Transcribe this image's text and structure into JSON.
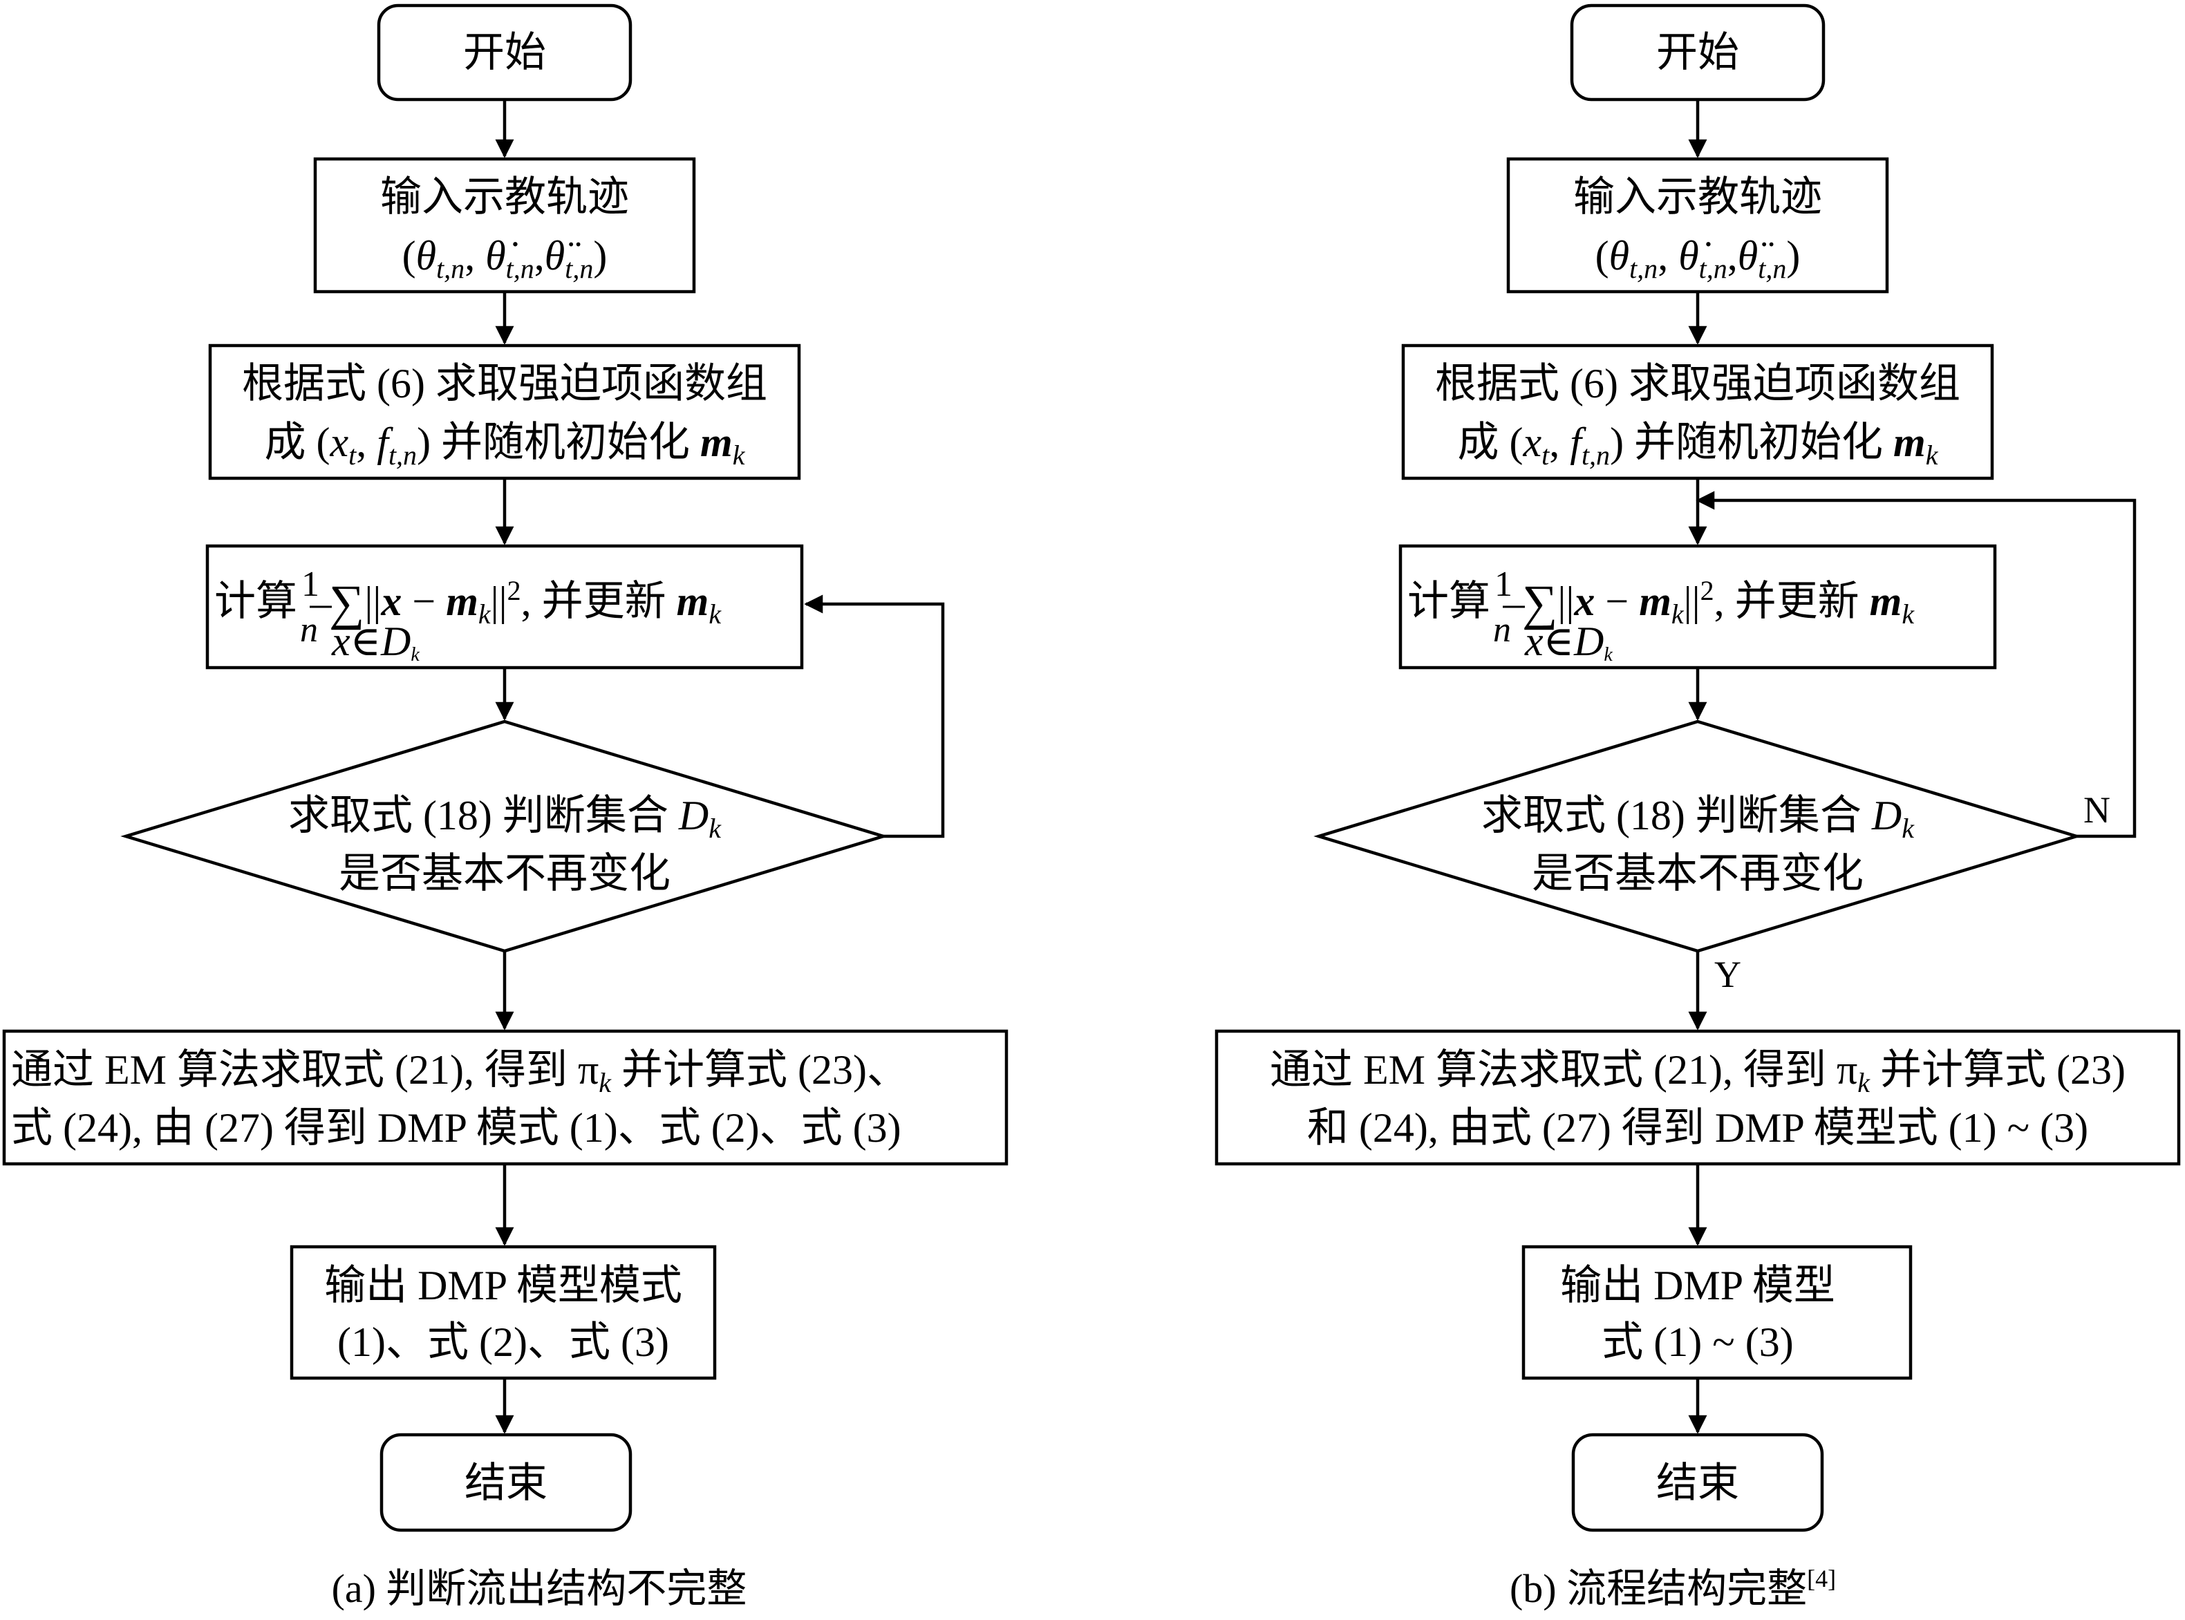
{
  "left": {
    "start": "开始",
    "input": {
      "title": "输入示教轨迹",
      "vars": "(θt,n, θ̇t,n,θ̈t,n)"
    },
    "force": {
      "line1": "根据式 (6) 求取强迫项函数组",
      "line2": "成 (xt, ft,n) 并随机初始化 mk"
    },
    "compute": {
      "prefix": "计算",
      "formula": "1/n ∑x∈Dk ||x − mk||²",
      "suffix": ", 并更新 mk"
    },
    "decision": {
      "line1": "求取式 (18) 判断集合 Dk",
      "line2": "是否基本不再变化"
    },
    "em": {
      "line1": "通过 EM 算法求取式 (21), 得到 πk 并计算式 (23)、",
      "line2": "式 (24), 由 (27) 得到 DMP 模式 (1)、式 (2)、式 (3)"
    },
    "output": {
      "line1": "输出 DMP 模型模式",
      "line2": "(1)、式 (2)、式 (3)"
    },
    "end": "结束",
    "caption": "(a)  判断流出结构不完整"
  },
  "right": {
    "start": "开始",
    "input": {
      "title": "输入示教轨迹",
      "vars": "(θt,n, θ̇t,n,θ̈t,n)"
    },
    "force": {
      "line1": "根据式 (6) 求取强迫项函数组",
      "line2": "成 (xt, ft,n) 并随机初始化 mk"
    },
    "compute": {
      "prefix": "计算",
      "formula": "1/n ∑x∈Dk ||x − mk||²",
      "suffix": ", 并更新 mk"
    },
    "decision": {
      "line1": "求取式 (18) 判断集合 Dk",
      "line2": "是否基本不再变化"
    },
    "no_label": "N",
    "yes_label": "Y",
    "em": {
      "line1": "通过 EM 算法求取式 (21), 得到 πk 并计算式 (23)",
      "line2": "和 (24), 由式 (27) 得到 DMP 模型式 (1) ~ (3)"
    },
    "output": {
      "line1": "输出 DMP 模型",
      "line2": "式 (1) ~ (3)"
    },
    "end": "结束",
    "caption": "(b)  流程结构完整[4]"
  }
}
